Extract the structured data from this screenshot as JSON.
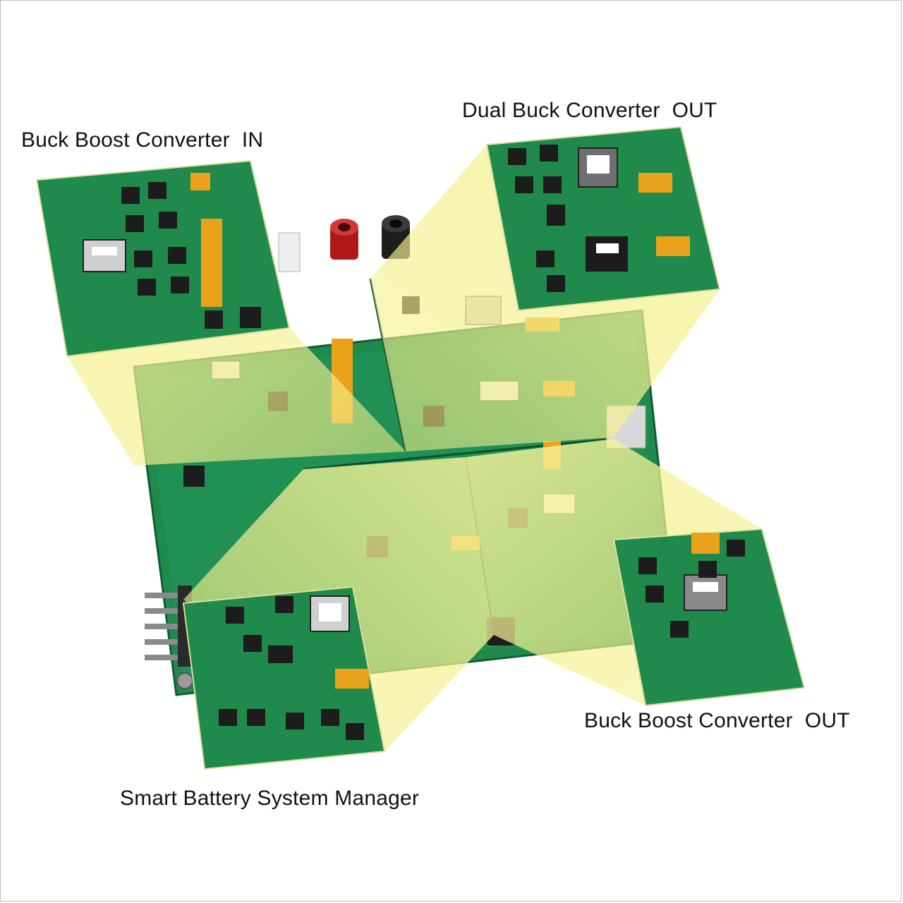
{
  "labels": {
    "buck_boost_in": "Buck Boost Converter  IN",
    "dual_buck_out": "Dual Buck Converter  OUT",
    "buck_boost_out": "Buck Boost Converter  OUT",
    "smart_battery": "Smart Battery System Manager"
  },
  "colors": {
    "pcb_green": "#1f8a4c",
    "pcb_dark": "#15693a",
    "highlight_yellow": "#f3f29a",
    "component_black": "#1c1c1c",
    "tantalum_orange": "#e9a21a",
    "terminal_red": "#b01818",
    "terminal_black": "#1e1e1e"
  }
}
